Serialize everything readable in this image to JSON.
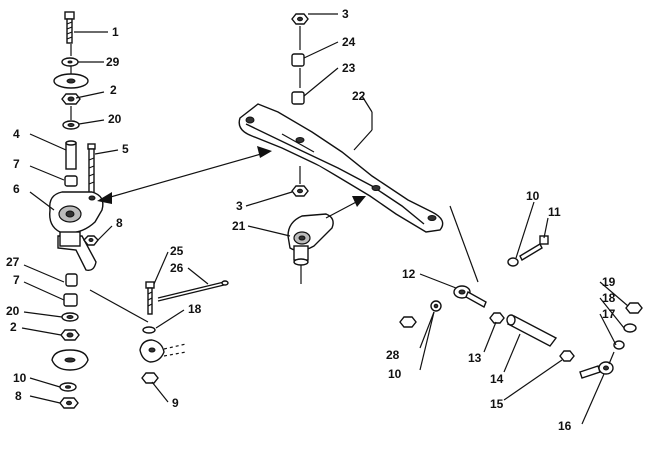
{
  "callouts": {
    "c1": "1",
    "c29": "29",
    "c2a": "2",
    "c20a": "20",
    "c4": "4",
    "c5": "5",
    "c7a": "7",
    "c6": "6",
    "c8a": "8",
    "c27": "27",
    "c7b": "7",
    "c20b": "20",
    "c2b": "2",
    "c10a": "10",
    "c8b": "8",
    "c25": "25",
    "c26": "26",
    "c18a": "18",
    "c9": "9",
    "c3a": "3",
    "c24": "24",
    "c23": "23",
    "c22": "22",
    "c3b": "3",
    "c21": "21",
    "c10b": "10",
    "c11": "11",
    "c12": "12",
    "c19": "19",
    "c18b": "18",
    "c17": "17",
    "c28": "28",
    "c10c": "10",
    "c13": "13",
    "c14": "14",
    "c15": "15",
    "c16": "16"
  }
}
